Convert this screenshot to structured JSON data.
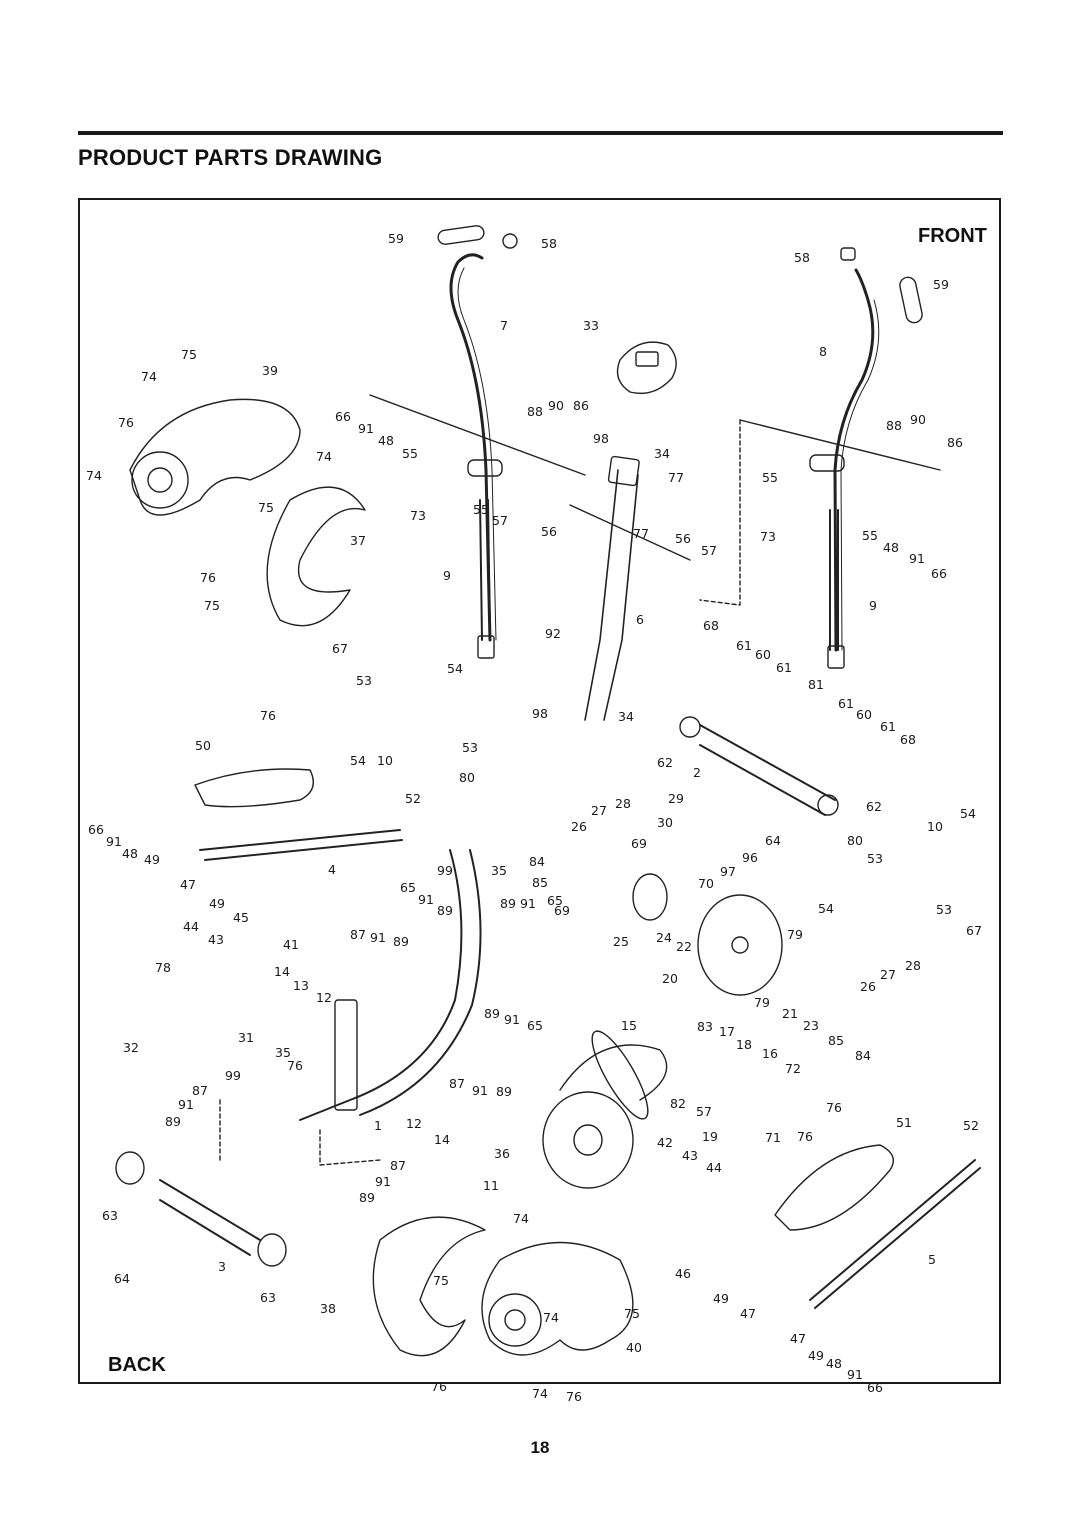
{
  "header": {
    "title": "PRODUCT PARTS DRAWING"
  },
  "drawing": {
    "label_front": "FRONT",
    "label_back": "BACK",
    "callouts": [
      {
        "id": "c1",
        "text": "59"
      },
      {
        "id": "c2",
        "text": "58"
      },
      {
        "id": "c3",
        "text": "58"
      },
      {
        "id": "c4",
        "text": "59"
      },
      {
        "id": "c5",
        "text": "7"
      },
      {
        "id": "c6",
        "text": "33"
      },
      {
        "id": "c7",
        "text": "8"
      },
      {
        "id": "c8",
        "text": "75"
      },
      {
        "id": "c9",
        "text": "74"
      },
      {
        "id": "c10",
        "text": "39"
      },
      {
        "id": "c11",
        "text": "76"
      },
      {
        "id": "c12",
        "text": "74"
      },
      {
        "id": "c13",
        "text": "66"
      },
      {
        "id": "c14",
        "text": "91"
      },
      {
        "id": "c15",
        "text": "48"
      },
      {
        "id": "c16",
        "text": "55"
      },
      {
        "id": "c17",
        "text": "74"
      },
      {
        "id": "c18",
        "text": "88"
      },
      {
        "id": "c19",
        "text": "90"
      },
      {
        "id": "c20",
        "text": "86"
      },
      {
        "id": "c21",
        "text": "98"
      },
      {
        "id": "c22",
        "text": "34"
      },
      {
        "id": "c23",
        "text": "88"
      },
      {
        "id": "c24",
        "text": "90"
      },
      {
        "id": "c25",
        "text": "86"
      },
      {
        "id": "c26",
        "text": "75"
      },
      {
        "id": "c27",
        "text": "73"
      },
      {
        "id": "c28",
        "text": "55"
      },
      {
        "id": "c29",
        "text": "57"
      },
      {
        "id": "c30",
        "text": "56"
      },
      {
        "id": "c31",
        "text": "77"
      },
      {
        "id": "c32",
        "text": "77"
      },
      {
        "id": "c33",
        "text": "56"
      },
      {
        "id": "c34",
        "text": "57"
      },
      {
        "id": "c35",
        "text": "55"
      },
      {
        "id": "c36",
        "text": "73"
      },
      {
        "id": "c37",
        "text": "55"
      },
      {
        "id": "c38",
        "text": "48"
      },
      {
        "id": "c39",
        "text": "91"
      },
      {
        "id": "c40",
        "text": "66"
      },
      {
        "id": "c41",
        "text": "37"
      },
      {
        "id": "c42",
        "text": "76"
      },
      {
        "id": "c43",
        "text": "75"
      },
      {
        "id": "c44",
        "text": "9"
      },
      {
        "id": "c45",
        "text": "6"
      },
      {
        "id": "c46",
        "text": "9"
      },
      {
        "id": "c47",
        "text": "67"
      },
      {
        "id": "c48",
        "text": "54"
      },
      {
        "id": "c49",
        "text": "53"
      },
      {
        "id": "c50",
        "text": "92"
      },
      {
        "id": "c51",
        "text": "68"
      },
      {
        "id": "c52",
        "text": "61"
      },
      {
        "id": "c53",
        "text": "60"
      },
      {
        "id": "c54",
        "text": "61"
      },
      {
        "id": "c55",
        "text": "81"
      },
      {
        "id": "c56",
        "text": "61"
      },
      {
        "id": "c57",
        "text": "60"
      },
      {
        "id": "c58",
        "text": "61"
      },
      {
        "id": "c59",
        "text": "68"
      },
      {
        "id": "c60",
        "text": "76"
      },
      {
        "id": "c61",
        "text": "50"
      },
      {
        "id": "c62",
        "text": "54"
      },
      {
        "id": "c63",
        "text": "10"
      },
      {
        "id": "c64",
        "text": "53"
      },
      {
        "id": "c65",
        "text": "98"
      },
      {
        "id": "c66",
        "text": "34"
      },
      {
        "id": "c67",
        "text": "80"
      },
      {
        "id": "c68",
        "text": "62"
      },
      {
        "id": "c69",
        "text": "2"
      },
      {
        "id": "c70",
        "text": "62"
      },
      {
        "id": "c71",
        "text": "52"
      },
      {
        "id": "c72",
        "text": "66"
      },
      {
        "id": "c73",
        "text": "91"
      },
      {
        "id": "c74",
        "text": "48"
      },
      {
        "id": "c75",
        "text": "49"
      },
      {
        "id": "c76",
        "text": "4"
      },
      {
        "id": "c77",
        "text": "27"
      },
      {
        "id": "c78",
        "text": "28"
      },
      {
        "id": "c79",
        "text": "26"
      },
      {
        "id": "c80",
        "text": "29"
      },
      {
        "id": "c81",
        "text": "30"
      },
      {
        "id": "c82",
        "text": "69"
      },
      {
        "id": "c83",
        "text": "64"
      },
      {
        "id": "c84",
        "text": "96"
      },
      {
        "id": "c85",
        "text": "97"
      },
      {
        "id": "c86",
        "text": "70"
      },
      {
        "id": "c87",
        "text": "10"
      },
      {
        "id": "c88",
        "text": "54"
      },
      {
        "id": "c89",
        "text": "80"
      },
      {
        "id": "c90",
        "text": "53"
      },
      {
        "id": "c91",
        "text": "47"
      },
      {
        "id": "c92",
        "text": "49"
      },
      {
        "id": "c93",
        "text": "45"
      },
      {
        "id": "c94",
        "text": "99"
      },
      {
        "id": "c95",
        "text": "35"
      },
      {
        "id": "c96",
        "text": "84"
      },
      {
        "id": "c97",
        "text": "85"
      },
      {
        "id": "c98",
        "text": "65"
      },
      {
        "id": "c99",
        "text": "91"
      },
      {
        "id": "c100",
        "text": "89"
      },
      {
        "id": "c101",
        "text": "89"
      },
      {
        "id": "c102",
        "text": "91"
      },
      {
        "id": "c103",
        "text": "65"
      },
      {
        "id": "c104",
        "text": "69"
      },
      {
        "id": "c105",
        "text": "54"
      },
      {
        "id": "c106",
        "text": "53"
      },
      {
        "id": "c107",
        "text": "44"
      },
      {
        "id": "c108",
        "text": "43"
      },
      {
        "id": "c109",
        "text": "41"
      },
      {
        "id": "c110",
        "text": "87"
      },
      {
        "id": "c111",
        "text": "91"
      },
      {
        "id": "c112",
        "text": "89"
      },
      {
        "id": "c113",
        "text": "25"
      },
      {
        "id": "c114",
        "text": "24"
      },
      {
        "id": "c115",
        "text": "22"
      },
      {
        "id": "c116",
        "text": "79"
      },
      {
        "id": "c117",
        "text": "67"
      },
      {
        "id": "c118",
        "text": "78"
      },
      {
        "id": "c119",
        "text": "14"
      },
      {
        "id": "c120",
        "text": "13"
      },
      {
        "id": "c121",
        "text": "12"
      },
      {
        "id": "c122",
        "text": "20"
      },
      {
        "id": "c123",
        "text": "28"
      },
      {
        "id": "c124",
        "text": "27"
      },
      {
        "id": "c125",
        "text": "26"
      },
      {
        "id": "c126",
        "text": "89"
      },
      {
        "id": "c127",
        "text": "91"
      },
      {
        "id": "c128",
        "text": "65"
      },
      {
        "id": "c129",
        "text": "79"
      },
      {
        "id": "c130",
        "text": "21"
      },
      {
        "id": "c131",
        "text": "23"
      },
      {
        "id": "c132",
        "text": "85"
      },
      {
        "id": "c133",
        "text": "84"
      },
      {
        "id": "c134",
        "text": "32"
      },
      {
        "id": "c135",
        "text": "31"
      },
      {
        "id": "c136",
        "text": "15"
      },
      {
        "id": "c137",
        "text": "83"
      },
      {
        "id": "c138",
        "text": "17"
      },
      {
        "id": "c139",
        "text": "18"
      },
      {
        "id": "c140",
        "text": "16"
      },
      {
        "id": "c141",
        "text": "72"
      },
      {
        "id": "c142",
        "text": "35"
      },
      {
        "id": "c143",
        "text": "76"
      },
      {
        "id": "c144",
        "text": "99"
      },
      {
        "id": "c145",
        "text": "87"
      },
      {
        "id": "c146",
        "text": "91"
      },
      {
        "id": "c147",
        "text": "89"
      },
      {
        "id": "c148",
        "text": "87"
      },
      {
        "id": "c149",
        "text": "91"
      },
      {
        "id": "c150",
        "text": "89"
      },
      {
        "id": "c151",
        "text": "82"
      },
      {
        "id": "c152",
        "text": "57"
      },
      {
        "id": "c153",
        "text": "1"
      },
      {
        "id": "c154",
        "text": "12"
      },
      {
        "id": "c155",
        "text": "14"
      },
      {
        "id": "c156",
        "text": "76"
      },
      {
        "id": "c157",
        "text": "51"
      },
      {
        "id": "c158",
        "text": "52"
      },
      {
        "id": "c159",
        "text": "19"
      },
      {
        "id": "c160",
        "text": "71"
      },
      {
        "id": "c161",
        "text": "76"
      },
      {
        "id": "c162",
        "text": "42"
      },
      {
        "id": "c163",
        "text": "43"
      },
      {
        "id": "c164",
        "text": "44"
      },
      {
        "id": "c165",
        "text": "36"
      },
      {
        "id": "c166",
        "text": "87"
      },
      {
        "id": "c167",
        "text": "91"
      },
      {
        "id": "c168",
        "text": "89"
      },
      {
        "id": "c169",
        "text": "11"
      },
      {
        "id": "c170",
        "text": "63"
      },
      {
        "id": "c171",
        "text": "74"
      },
      {
        "id": "c172",
        "text": "5"
      },
      {
        "id": "c173",
        "text": "3"
      },
      {
        "id": "c174",
        "text": "64"
      },
      {
        "id": "c175",
        "text": "63"
      },
      {
        "id": "c176",
        "text": "75"
      },
      {
        "id": "c177",
        "text": "46"
      },
      {
        "id": "c178",
        "text": "49"
      },
      {
        "id": "c179",
        "text": "47"
      },
      {
        "id": "c180",
        "text": "38"
      },
      {
        "id": "c181",
        "text": "74"
      },
      {
        "id": "c182",
        "text": "75"
      },
      {
        "id": "c183",
        "text": "47"
      },
      {
        "id": "c184",
        "text": "40"
      },
      {
        "id": "c185",
        "text": "49"
      },
      {
        "id": "c186",
        "text": "48"
      },
      {
        "id": "c187",
        "text": "91"
      },
      {
        "id": "c188",
        "text": "76"
      },
      {
        "id": "c189",
        "text": "74"
      },
      {
        "id": "c190",
        "text": "76"
      },
      {
        "id": "c191",
        "text": "66"
      }
    ]
  },
  "footer": {
    "page_number": "18"
  }
}
